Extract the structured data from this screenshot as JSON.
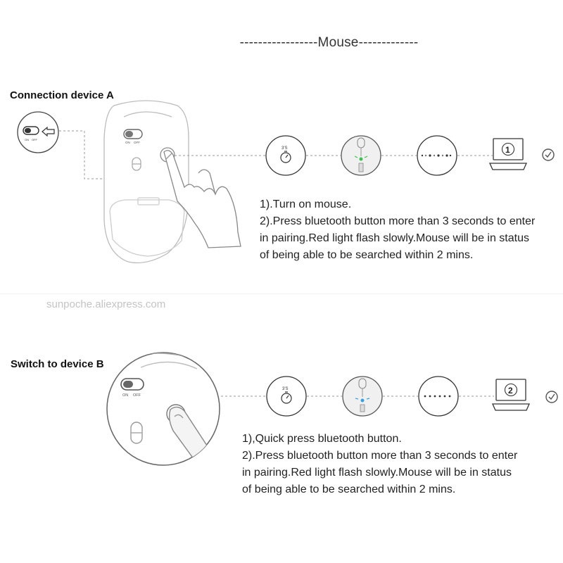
{
  "header": {
    "title": "-----------------Mouse-------------"
  },
  "section_a": {
    "label": "Connection device A",
    "switch_on": "ON",
    "switch_off": "OFF",
    "timer_label": "3'S",
    "device_number": "1",
    "steps": [
      "1).Turn on mouse.",
      "2).Press bluetooth button more than 3 seconds to enter",
      "in pairing.Red light flash slowly.Mouse will be in status",
      "of being able to be searched within 2 mins."
    ]
  },
  "watermark": "sunpoche.aliexpress.com",
  "section_b": {
    "label": "Switch to device B",
    "switch_on": "ON",
    "switch_off": "OFF",
    "timer_label": "3'S",
    "device_number": "2",
    "steps": [
      "1),Quick press bluetooth button.",
      "2).Press bluetooth button more than 3 seconds to enter",
      "in pairing.Red light flash slowly.Mouse will be in status",
      "of being able to be searched within 2 mins."
    ]
  },
  "colors": {
    "line": "#555555",
    "led_a": "#3fbf4f",
    "led_b": "#3aa0e0",
    "dashes": "#999999"
  },
  "icons": [
    "power-switch-icon",
    "arrow-left-icon",
    "stopwatch-icon",
    "mouse-led-icon",
    "pairing-dots-icon",
    "laptop-icon",
    "checkmark-icon",
    "hand-icon"
  ]
}
